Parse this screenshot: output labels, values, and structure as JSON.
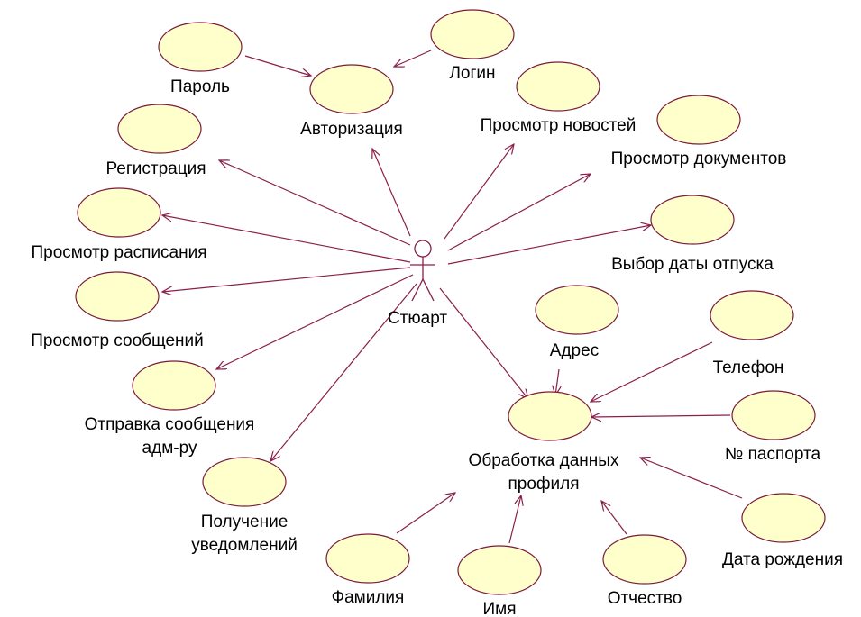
{
  "actor": {
    "label": "Стюарт"
  },
  "use_cases": {
    "parol": "Пароль",
    "avtorizaciya": "Авторизация",
    "login": "Логин",
    "novosti": "Просмотр новостей",
    "dokumenty": "Просмотр документов",
    "registraciya": "Регистрация",
    "raspisanie": "Просмотр расписания",
    "otpusk": "Выбор даты отпуска",
    "soobshcheniya": "Просмотр сообщений",
    "otpravka_1": "Отправка сообщения",
    "otpravka_2": "адм-ру",
    "poluchenie_1": "Получение",
    "poluchenie_2": "уведомлений",
    "adres": "Адрес",
    "telefon": "Телефон",
    "obrabotka_1": "Обработка данных",
    "obrabotka_2": "профиля",
    "pasport": "№ паспорта",
    "data_rozhdeniya": "Дата рождения",
    "familiya": "Фамилия",
    "imya": "Имя",
    "otchestvo": "Отчество"
  }
}
